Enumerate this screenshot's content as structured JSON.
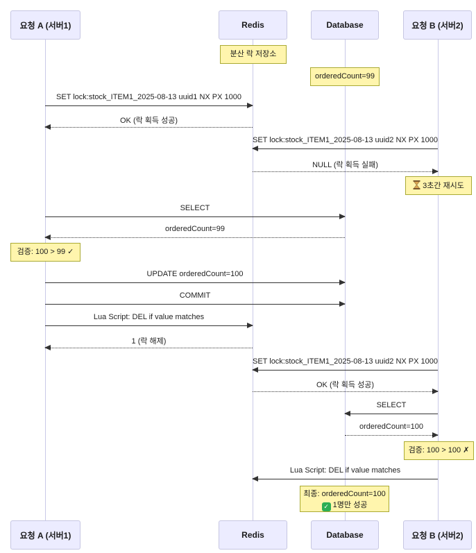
{
  "diagram": {
    "type": "sequence-diagram",
    "actors": [
      {
        "name": "요청 A (서버1)"
      },
      {
        "name": "Redis"
      },
      {
        "name": "Database"
      },
      {
        "name": "요청 B (서버2)"
      }
    ],
    "messages": [
      {
        "label": "SET lock:stock_ITEM1_2025-08-13 uuid1 NX PX 1000",
        "from": "요청 A (서버1)",
        "to": "Redis",
        "line": "solid"
      },
      {
        "label": "OK (락 획득 성공)",
        "from": "Redis",
        "to": "요청 A (서버1)",
        "line": "dotted"
      },
      {
        "label": "SET lock:stock_ITEM1_2025-08-13 uuid2 NX PX 1000",
        "from": "요청 B (서버2)",
        "to": "Redis",
        "line": "solid"
      },
      {
        "label": "NULL (락 획득 실패)",
        "from": "Redis",
        "to": "요청 B (서버2)",
        "line": "dotted"
      },
      {
        "label": "SELECT",
        "from": "요청 A (서버1)",
        "to": "Database",
        "line": "solid"
      },
      {
        "label": "orderedCount=99",
        "from": "Database",
        "to": "요청 A (서버1)",
        "line": "dotted"
      },
      {
        "label": "UPDATE orderedCount=100",
        "from": "요청 A (서버1)",
        "to": "Database",
        "line": "solid"
      },
      {
        "label": "COMMIT",
        "from": "요청 A (서버1)",
        "to": "Database",
        "line": "solid"
      },
      {
        "label": "Lua Script: DEL if value matches",
        "from": "요청 A (서버1)",
        "to": "Redis",
        "line": "solid"
      },
      {
        "label": "1 (락 해제)",
        "from": "Redis",
        "to": "요청 A (서버1)",
        "line": "dotted"
      },
      {
        "label": "SET lock:stock_ITEM1_2025-08-13 uuid2 NX PX 1000",
        "from": "요청 B (서버2)",
        "to": "Redis",
        "line": "solid"
      },
      {
        "label": "OK (락 획득 성공)",
        "from": "Redis",
        "to": "요청 B (서버2)",
        "line": "dotted"
      },
      {
        "label": "SELECT",
        "from": "요청 B (서버2)",
        "to": "Database",
        "line": "solid"
      },
      {
        "label": "orderedCount=100",
        "from": "Database",
        "to": "요청 B (서버2)",
        "line": "dotted"
      },
      {
        "label": "Lua Script: DEL if value matches",
        "from": "요청 B (서버2)",
        "to": "Redis",
        "line": "solid"
      }
    ],
    "notes": {
      "redis_role": {
        "text": "분산 락 저장소",
        "over": "Redis"
      },
      "db_initial": {
        "text": "orderedCount=99",
        "over": "Database"
      },
      "retry": {
        "icon": "hourglass-icon",
        "text": "3초간 재시도",
        "over": "요청 B (서버2)"
      },
      "verify_a": {
        "text": "검증: 100 > 99 ✓",
        "over": "요청 A (서버1)"
      },
      "verify_b": {
        "text": "검증: 100 > 100 ✗",
        "over": "요청 B (서버2)"
      },
      "final": {
        "line1": "최종: orderedCount=100",
        "icon": "check-mark-button-icon",
        "line2": "1명만 성공",
        "over": "Database"
      }
    },
    "icons": {
      "check_glyph": "✓"
    },
    "colors": {
      "actor_fill": "#ececff",
      "actor_border": "#c6c6e2",
      "lifeline": "#c9c9e8",
      "note_fill": "#fff5ad",
      "note_border": "#aaaa33",
      "arrow": "#333333",
      "check_badge_green": "#2bae54"
    }
  }
}
